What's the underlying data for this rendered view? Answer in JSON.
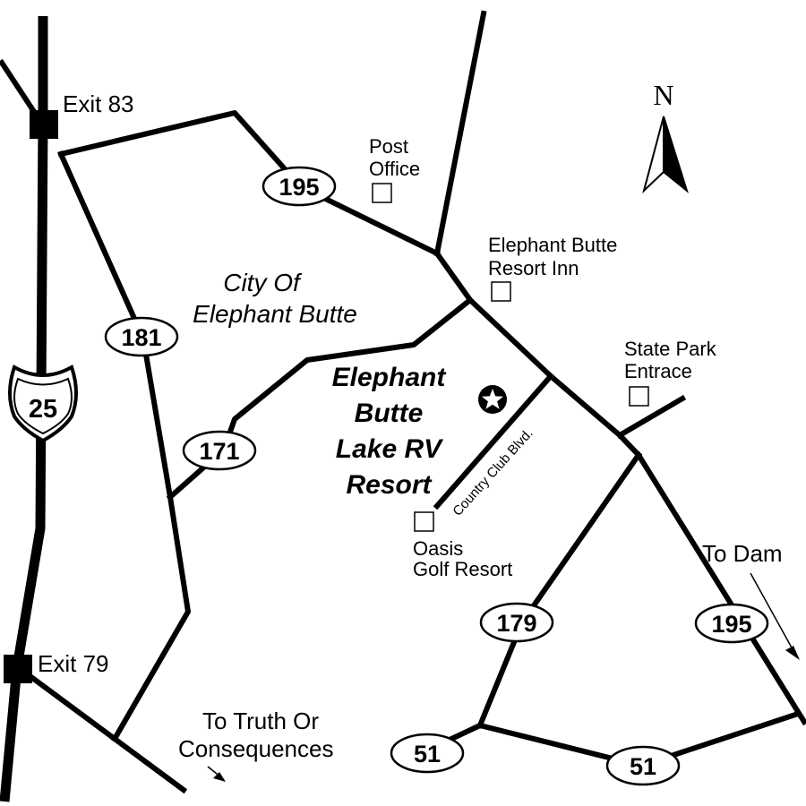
{
  "map": {
    "north_label": "N",
    "exits": {
      "exit_83": "Exit 83",
      "exit_79": "Exit 79"
    },
    "interstate": {
      "number": "25"
    },
    "route_shields": {
      "r195_top": "195",
      "r181": "181",
      "r171": "171",
      "r179": "179",
      "r195_bottom": "195",
      "r51_left": "51",
      "r51_right": "51"
    },
    "city_label": {
      "line1": "City Of",
      "line2": "Elephant Butte"
    },
    "resort_label": {
      "line1": "Elephant",
      "line2": "Butte",
      "line3": "Lake RV",
      "line4": "Resort"
    },
    "street_label": "Country Club Blvd.",
    "poi": {
      "post_office": {
        "line1": "Post",
        "line2": "Office"
      },
      "resort_inn": {
        "line1": "Elephant Butte",
        "line2": "Resort Inn"
      },
      "state_park": {
        "line1": "State Park",
        "line2": "Entrace"
      },
      "golf": {
        "line1": "Oasis",
        "line2": "Golf Resort"
      }
    },
    "directions": {
      "to_dam": "To Dam",
      "to_toc_line1": "To Truth Or",
      "to_toc_line2": "Consequences"
    }
  }
}
